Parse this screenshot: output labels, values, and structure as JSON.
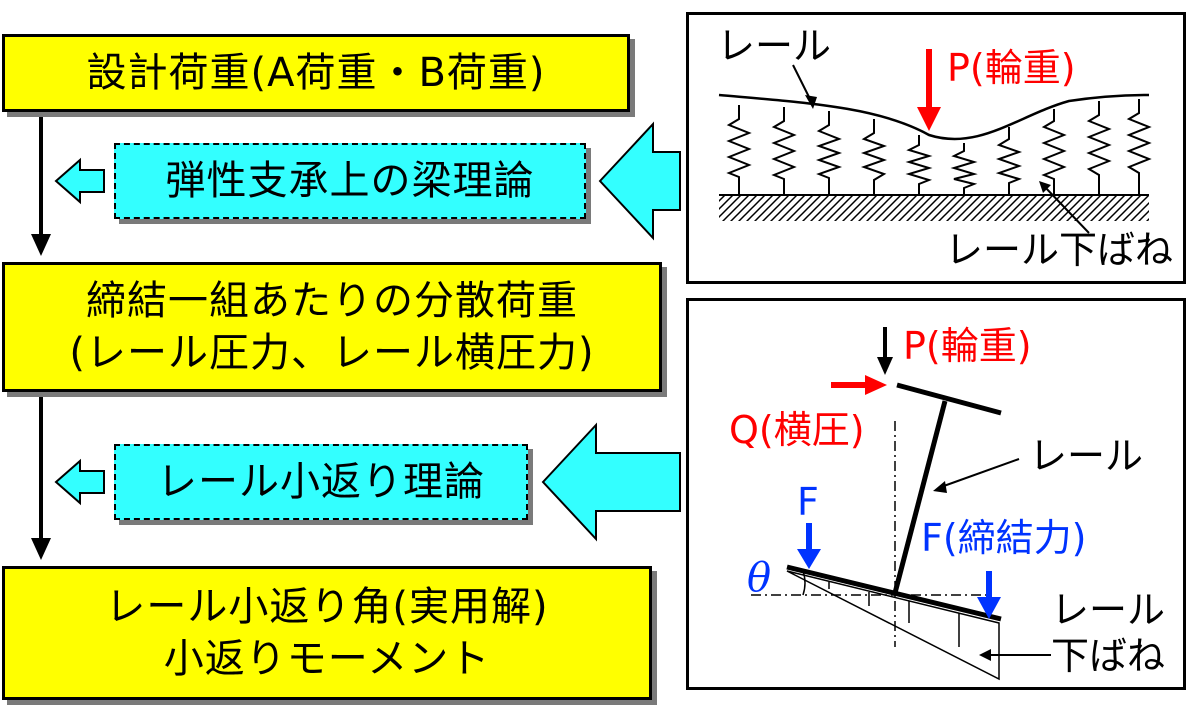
{
  "flow": {
    "design_load": "設計荷重(A荷重・B荷重)",
    "beam_theory": "弾性支承上の梁理論",
    "distributed_load_line1": "締結一組あたりの分散荷重",
    "distributed_load_line2": "(レール圧力、レール横圧力)",
    "rail_rollover_theory": "レール小返り理論",
    "rollover_angle_line1": "レール小返り角(実用解)",
    "rollover_angle_line2": "小返りモーメント"
  },
  "panel_top": {
    "rail_label": "レール",
    "load_label": "P(輪重)",
    "spring_label": "レール下ばね"
  },
  "panel_bottom": {
    "load_label": "P(輪重)",
    "lateral_label": "Q(横圧)",
    "rail_label": "レール",
    "f_label": "F",
    "fastening_label": "F(締結力)",
    "theta_label": "θ",
    "spring_label_line1": "レール",
    "spring_label_line2": "下ばね"
  },
  "colors": {
    "box_fill": "#ffff00",
    "theory_fill": "#33ffff",
    "load_red": "#ff0000",
    "force_blue": "#0033ff"
  }
}
